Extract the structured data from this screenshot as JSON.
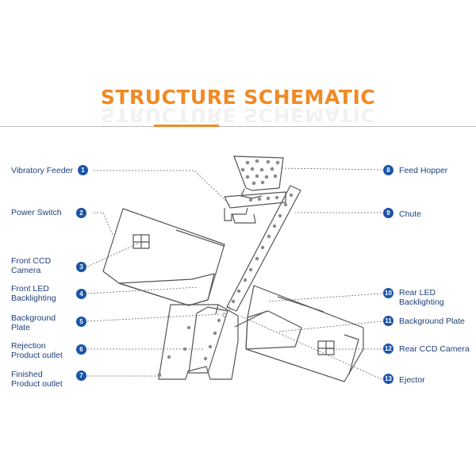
{
  "title": "STRUCTURE SCHEMATIC",
  "callouts": [
    {
      "num": "1",
      "label": "Vibratory Feeder"
    },
    {
      "num": "2",
      "label": "Power Switch"
    },
    {
      "num": "3",
      "label": "Front CCD\nCamera"
    },
    {
      "num": "4",
      "label": "Front LED\nBacklighting"
    },
    {
      "num": "5",
      "label": "Background\nPlate"
    },
    {
      "num": "6",
      "label": "Rejection\nProduct outlet"
    },
    {
      "num": "7",
      "label": "Finished\nProduct outlet"
    },
    {
      "num": "8",
      "label": "Feed Hopper"
    },
    {
      "num": "9",
      "label": "Chute"
    },
    {
      "num": "10",
      "label": "Rear LED\nBacklighting"
    },
    {
      "num": "11",
      "label": "Background Plate"
    },
    {
      "num": "12",
      "label": "Rear CCD Camera"
    },
    {
      "num": "13",
      "label": "Ejector"
    }
  ],
  "colors": {
    "accent": "#f08a24",
    "badge": "#1b54a8",
    "label": "#1f3f7a",
    "line": "#555555"
  }
}
